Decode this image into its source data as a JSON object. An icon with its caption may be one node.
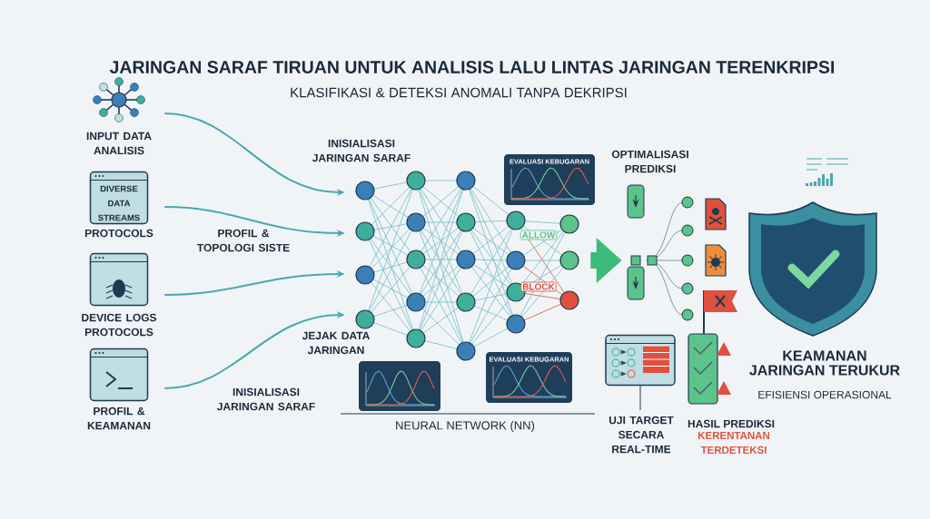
{
  "diagram": {
    "title": "JARINGAN SARAF TIRUAN UNTUK ANALISIS LALU LINTAS JARINGAN TERENKRIPSI",
    "nodes": [
      {
        "text": [
          "INPUT DATA ANALISIS"
        ]
      },
      {
        "text": [
          "DIVERSE DATA STREAMS",
          "PROTOCOLS"
        ]
      },
      {
        "text": [
          "DEVICE LOGS PROTOCOLS"
        ]
      },
      {
        "text": [
          "PROFIL & KEAMANAN"
        ]
      },
      {
        "text": [
          "NEURAL NETWORK (NN)"
        ]
      },
      {
        "text": [
          "EVALUASI KEBUGARAN"
        ]
      },
      {
        "text": [
          "EVALUASI KEBUGARAN"
        ],
        "in": 4
      },
      {
        "text": [
          "OPTIMALISASI PREDIKSI"
        ]
      },
      {
        "text": [
          "UJI TARGET SECARA REAL-TIME"
        ]
      },
      {
        "text": [
          "HASIL PREDIKSI",
          "KERENTANAN TERDETEKSI"
        ]
      },
      {
        "text": [
          "KEAMANAN JARINGAN TERUKUR",
          "EFISIENSI OPERASIONAL"
        ]
      }
    ],
    "edges": [
      {
        "from": 0,
        "to": 4,
        "arrow": "to"
      },
      {
        "from": 1,
        "to": 4,
        "arrow": "to"
      },
      {
        "from": 2,
        "to": 4,
        "arrow": "to"
      },
      {
        "from": 3,
        "to": 4,
        "arrow": "to"
      },
      {
        "from": 4,
        "to": 7,
        "arrow": "to",
        "style": "thick",
        "color": "#3dbb78"
      }
    ],
    "labels": [
      "KLASIFIKASI & DETEKSI ANOMALI TANPA DEKRIPSI",
      "INISIALISASI JARINGAN SARAF",
      "PROFIL & TOPOLOGI SISTE",
      "JEJAK DATA JARINGAN",
      "INISIALISASI JARINGAN SARAF",
      "ALLOW",
      "BLOCK"
    ]
  }
}
